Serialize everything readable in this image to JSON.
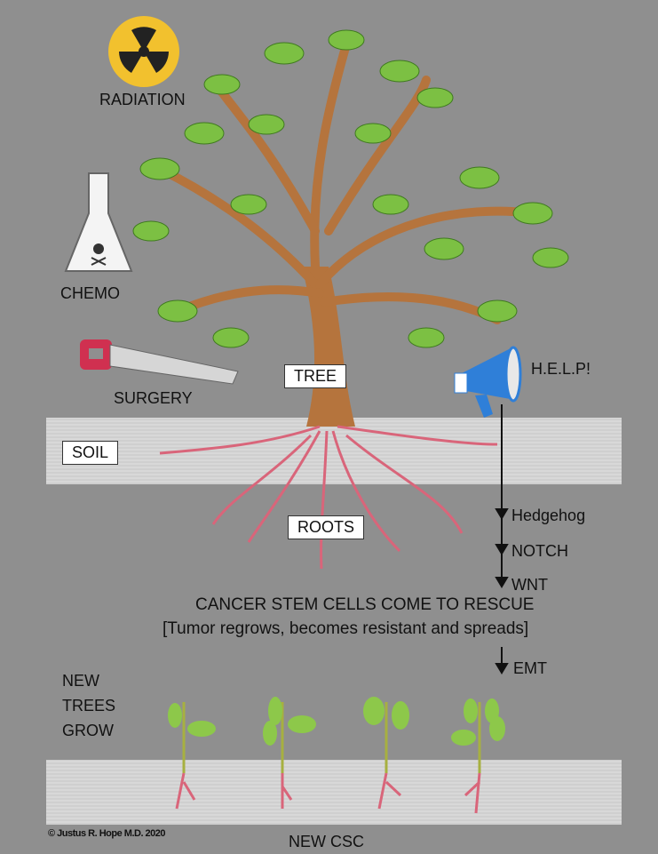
{
  "labels": {
    "radiation": "RADIATION",
    "chemo": "CHEMO",
    "surgery": "SURGERY",
    "tree": "TREE",
    "help": "H.E.L.P!",
    "soil": "SOIL",
    "roots": "ROOTS",
    "hedgehog": "Hedgehog",
    "notch": "NOTCH",
    "wnt": "WNT",
    "rescue_title": "CANCER STEM CELLS COME TO RESCUE",
    "rescue_sub": "[Tumor regrows, becomes resistant and spreads]",
    "emt": "EMT",
    "new_trees_grow": [
      "NEW",
      "TREES",
      "GROW"
    ],
    "new_csc": "NEW CSC",
    "copyright": "© Justus R. Hope M.D. 2020"
  },
  "colors": {
    "background": "#8f8f8f",
    "leaf": "#7cc043",
    "trunk": "#b5743d",
    "roots": "#d9657a",
    "radiation": "#f2c12e"
  }
}
